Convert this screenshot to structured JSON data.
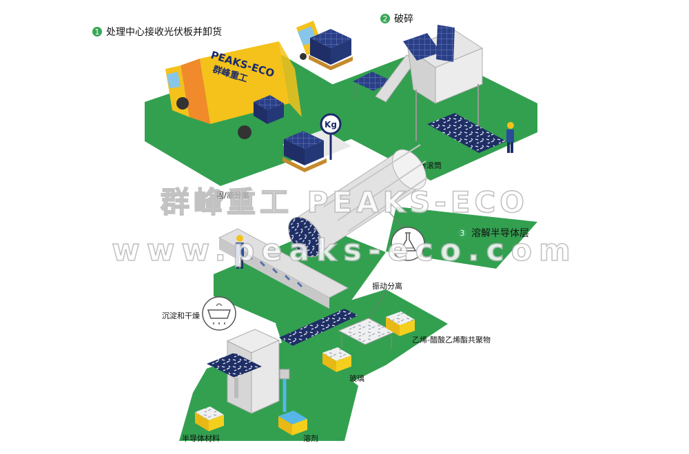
{
  "steps": [
    {
      "num": "1",
      "label": "处理中心接收光伏板并卸货"
    },
    {
      "num": "2",
      "label": "破碎"
    },
    {
      "num": "3",
      "label": "溶解半导体层"
    }
  ],
  "labels": {
    "rotary_drum": "旋转滚筒",
    "solid_liquid": "固/液分离",
    "vibration": "振动分离",
    "settle_dry": "沉淀和干燥",
    "eva": "乙烯-醋酸乙烯酯共聚物",
    "glass": "玻璃",
    "semiconductor": "半导体材料",
    "solvent": "溶剂"
  },
  "truck": {
    "brand": "PEAKS-ECO",
    "brand_cn": "群峰重工"
  },
  "scale": {
    "unit": "Kg"
  },
  "watermark": {
    "line1": "群峰重工 PEAKS-ECO",
    "line2": "www.peaks-eco.com"
  },
  "colors": {
    "ground": "#33a050",
    "step_badge": "#3aa658",
    "truck": "#f4c21b",
    "panel": "#2a3f86",
    "bin": "#f5cf1e"
  }
}
